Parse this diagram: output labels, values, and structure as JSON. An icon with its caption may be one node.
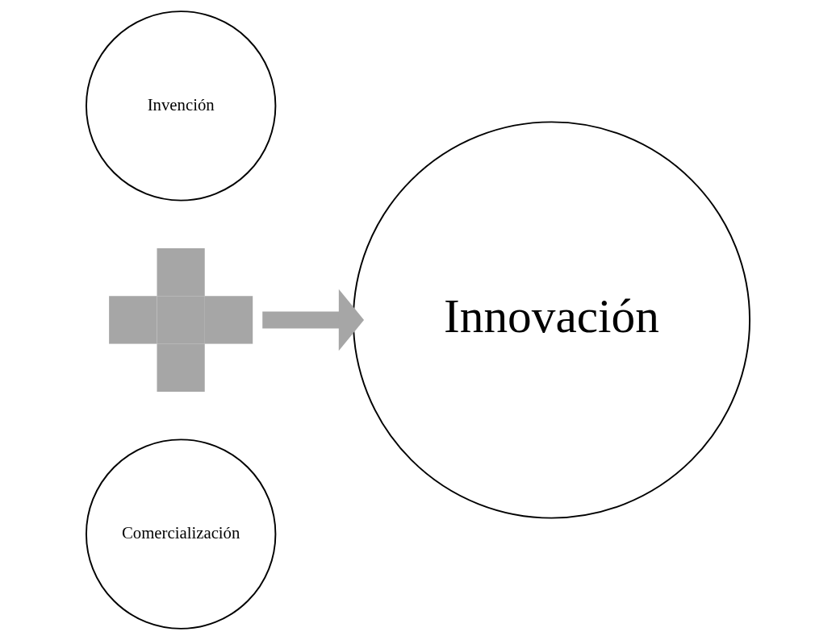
{
  "diagram": {
    "nodes": [
      {
        "text": [
          "Invención"
        ]
      },
      {
        "text": [
          "Comercialización"
        ]
      },
      {
        "text": [],
        "shape": "plus"
      },
      {
        "text": [
          "Innovación"
        ]
      }
    ],
    "edges": [
      {
        "from": 2,
        "to": 3,
        "arrow": "to",
        "color": "#a6a6a6"
      }
    ]
  }
}
